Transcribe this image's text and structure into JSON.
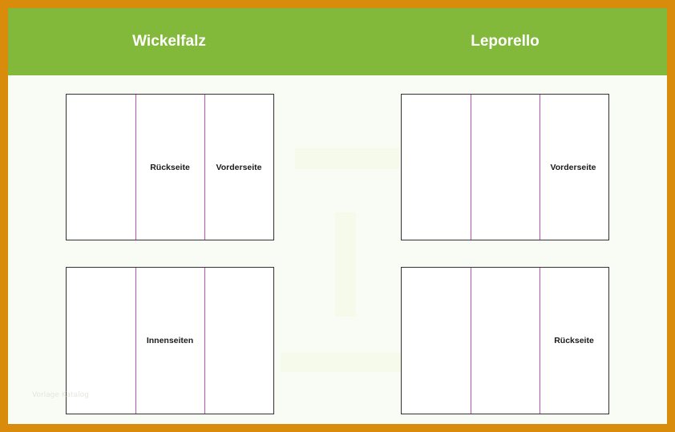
{
  "header": {
    "left_title": "Wickelfalz",
    "right_title": "Leporello"
  },
  "wickelfalz": {
    "front": {
      "panel2_label": "Rückseite",
      "panel3_label": "Vorderseite"
    },
    "inside": {
      "panel2_label": "Innenseiten"
    }
  },
  "leporello": {
    "front": {
      "panel3_label": "Vorderseite"
    },
    "back": {
      "panel3_label": "Rückseite"
    }
  },
  "watermark": "Vorlage Katalog",
  "colors": {
    "border": "#d98b0b",
    "header": "#83b93a",
    "fold_line": "#c04fb8",
    "outline": "#333333"
  }
}
